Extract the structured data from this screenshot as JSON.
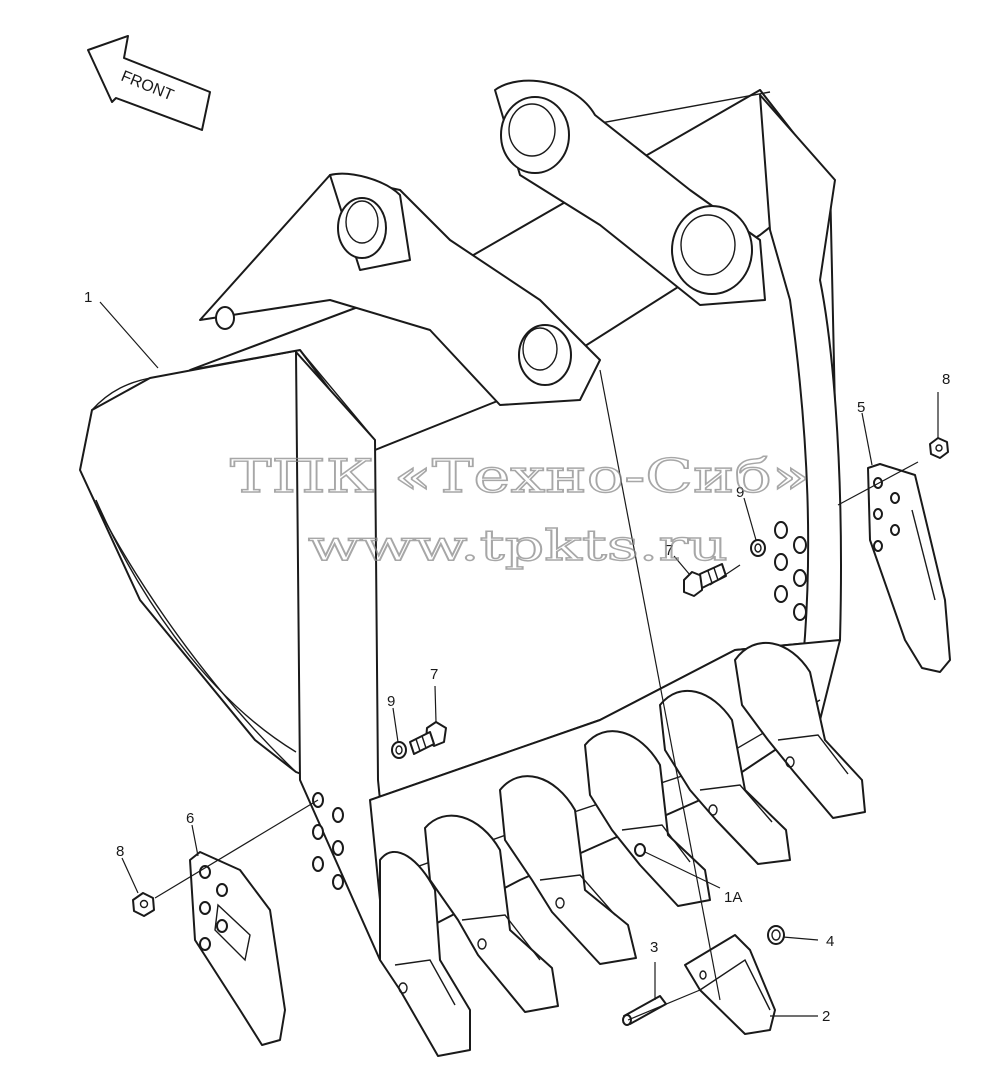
{
  "front_label": "FRONT",
  "watermark": {
    "line1": "ТПК «Техно-Сиб»",
    "line2": "www.tpkts.ru"
  },
  "callouts": {
    "c1": "1",
    "c1a": "1A",
    "c2": "2",
    "c3": "3",
    "c4": "4",
    "c5": "5",
    "c6": "6",
    "c7a": "7",
    "c7b": "7",
    "c8a": "8",
    "c8b": "8",
    "c9a": "9",
    "c9b": "9"
  }
}
